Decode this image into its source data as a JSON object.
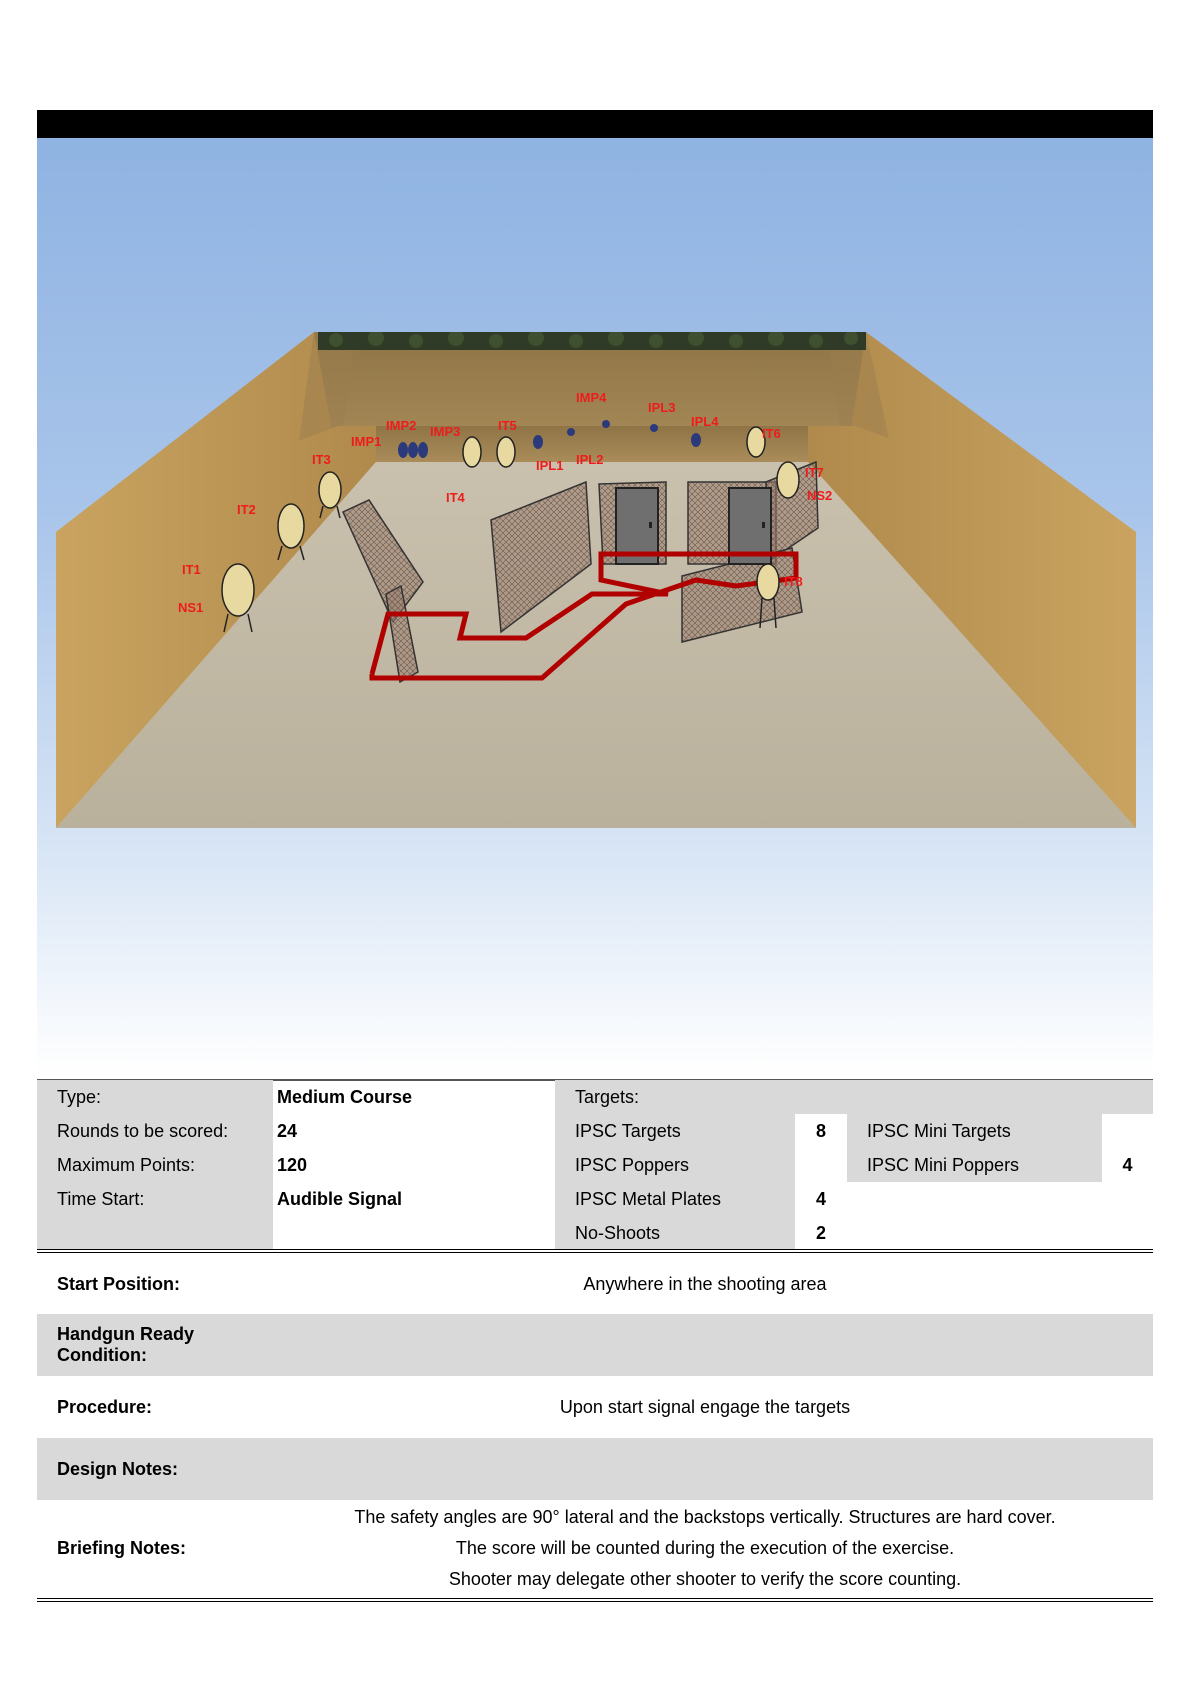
{
  "scene": {
    "target_labels": [
      "IMP4",
      "IPL3",
      "IPL4",
      "IMP2",
      "IMP3",
      "IT5",
      "IT6",
      "IMP1",
      "IPL1",
      "IPL2",
      "IT3",
      "IT7",
      "NS2",
      "IT4",
      "IT2",
      "IT1",
      "NS1",
      "IT8"
    ]
  },
  "info": {
    "type_label": "Type:",
    "type_value": "Medium Course",
    "rounds_label": "Rounds to be scored:",
    "rounds_value": "24",
    "max_points_label": "Maximum Points:",
    "max_points_value": "120",
    "time_start_label": "Time Start:",
    "time_start_value": "Audible Signal",
    "targets_label": "Targets:",
    "ipsc_targets_label": "IPSC Targets",
    "ipsc_targets_value": "8",
    "ipsc_poppers_label": "IPSC Poppers",
    "ipsc_metal_plates_label": "IPSC Metal Plates",
    "ipsc_metal_plates_value": "4",
    "no_shoots_label": "No-Shoots",
    "no_shoots_value": "2",
    "ipsc_mini_targets_label": "IPSC Mini Targets",
    "ipsc_mini_poppers_label": "IPSC Mini Poppers",
    "ipsc_mini_poppers_value": "4"
  },
  "notes": {
    "start_position_label": "Start Position:",
    "start_position_value": "Anywhere in the shooting area",
    "handgun_label_line1": "Handgun Ready",
    "handgun_label_line2": "Condition:",
    "procedure_label": "Procedure:",
    "procedure_value": "Upon start signal engage the targets",
    "design_notes_label": "Design Notes:",
    "briefing_label": "Briefing Notes:",
    "briefing_lines": [
      "The safety angles are 90° lateral and the backstops vertically. Structures are hard cover.",
      "The score will be counted during the execution of the exercise.",
      "Shooter may delegate other shooter to verify the score counting."
    ]
  }
}
